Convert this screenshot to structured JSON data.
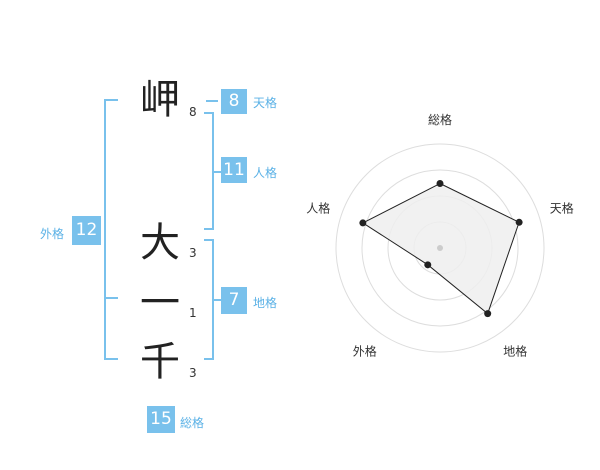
{
  "name": {
    "chars": [
      {
        "char": "岬",
        "strokes": "8"
      },
      {
        "char": "大",
        "strokes": "3"
      },
      {
        "char": "一",
        "strokes": "1"
      },
      {
        "char": "千",
        "strokes": "3"
      }
    ]
  },
  "kaku": {
    "tenkaku": {
      "value": "8",
      "label": "天格"
    },
    "jinkaku": {
      "value": "11",
      "label": "人格"
    },
    "chikaku": {
      "value": "7",
      "label": "地格"
    },
    "gaikaku": {
      "value": "12",
      "label": "外格"
    },
    "soukaku": {
      "value": "15",
      "label": "総格"
    }
  },
  "colors": {
    "badge": "#79c1ec",
    "bracket": "#79c1ec",
    "kaku_label": "#5ab1e6",
    "radar_fill": "#eeeeee",
    "radar_line": "#222222",
    "radar_grid": "#dddddd"
  },
  "chart_data": {
    "type": "radar",
    "axes": [
      "総格",
      "天格",
      "地格",
      "外格",
      "人格"
    ],
    "values": [
      0.62,
      0.8,
      0.78,
      0.2,
      0.78
    ],
    "range": [
      0,
      1
    ],
    "rings": 4
  }
}
